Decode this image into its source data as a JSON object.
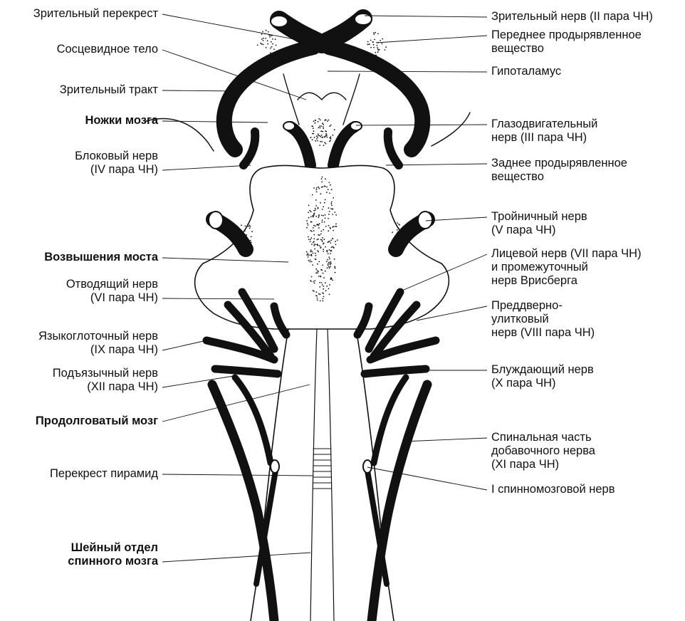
{
  "labels_left": [
    {
      "id": "optic-chiasm",
      "lines": [
        "Зрительный перекрест"
      ],
      "bold": false
    },
    {
      "id": "mammillary-body",
      "lines": [
        "Сосцевидное тело"
      ],
      "bold": false
    },
    {
      "id": "optic-tract",
      "lines": [
        "Зрительный тракт"
      ],
      "bold": false
    },
    {
      "id": "cerebral-peduncles",
      "lines": [
        "Ножки мозга"
      ],
      "bold": true
    },
    {
      "id": "trochlear-nerve",
      "lines": [
        "Блоковый нерв",
        "(IV пара ЧН)"
      ],
      "bold": false
    },
    {
      "id": "pons-eminences",
      "lines": [
        "Возвышения моста"
      ],
      "bold": true
    },
    {
      "id": "abducens-nerve",
      "lines": [
        "Отводящий нерв",
        "(VI пара ЧН)"
      ],
      "bold": false
    },
    {
      "id": "glossopharyngeal-nerve",
      "lines": [
        "Языкоглоточный нерв",
        "(IX пара ЧН)"
      ],
      "bold": false
    },
    {
      "id": "hypoglossal-nerve",
      "lines": [
        "Подъязычный нерв",
        "(XII пара ЧН)"
      ],
      "bold": false
    },
    {
      "id": "medulla-oblongata",
      "lines": [
        "Продолговатый мозг"
      ],
      "bold": true
    },
    {
      "id": "pyramidal-decussation",
      "lines": [
        "Перекрест пирамид"
      ],
      "bold": false
    },
    {
      "id": "cervical-spinal-cord",
      "lines": [
        "Шейный отдел",
        "спинного мозга"
      ],
      "bold": true
    }
  ],
  "labels_right": [
    {
      "id": "optic-nerve",
      "lines": [
        "Зрительный нерв (II пара ЧН)"
      ]
    },
    {
      "id": "anterior-perforated-substance",
      "lines": [
        "Переднее продырявленное",
        "вещество"
      ]
    },
    {
      "id": "hypothalamus",
      "lines": [
        "Гипоталамус"
      ]
    },
    {
      "id": "oculomotor-nerve",
      "lines": [
        "Глазодвигательный",
        "нерв (III пара ЧН)"
      ]
    },
    {
      "id": "posterior-perforated-substance",
      "lines": [
        "Заднее продырявленное",
        "вещество"
      ]
    },
    {
      "id": "trigeminal-nerve",
      "lines": [
        "Тройничный нерв",
        "(V пара ЧН)"
      ]
    },
    {
      "id": "facial-nerve",
      "lines": [
        "Лицевой нерв (VII пара ЧН)",
        "и промежуточный",
        "нерв Врисберга"
      ]
    },
    {
      "id": "vestibulocochlear-nerve",
      "lines": [
        "Преддверно-",
        "улитковый",
        "нерв (VIII пара ЧН)"
      ]
    },
    {
      "id": "vagus-nerve",
      "lines": [
        "Блуждающий нерв",
        "(X пара ЧН)"
      ]
    },
    {
      "id": "accessory-nerve",
      "lines": [
        "Спинальная часть",
        "добавочного нерва",
        "(XI пара ЧН)"
      ]
    },
    {
      "id": "first-spinal-nerve",
      "lines": [
        "I спинномозговой нерв"
      ]
    }
  ]
}
